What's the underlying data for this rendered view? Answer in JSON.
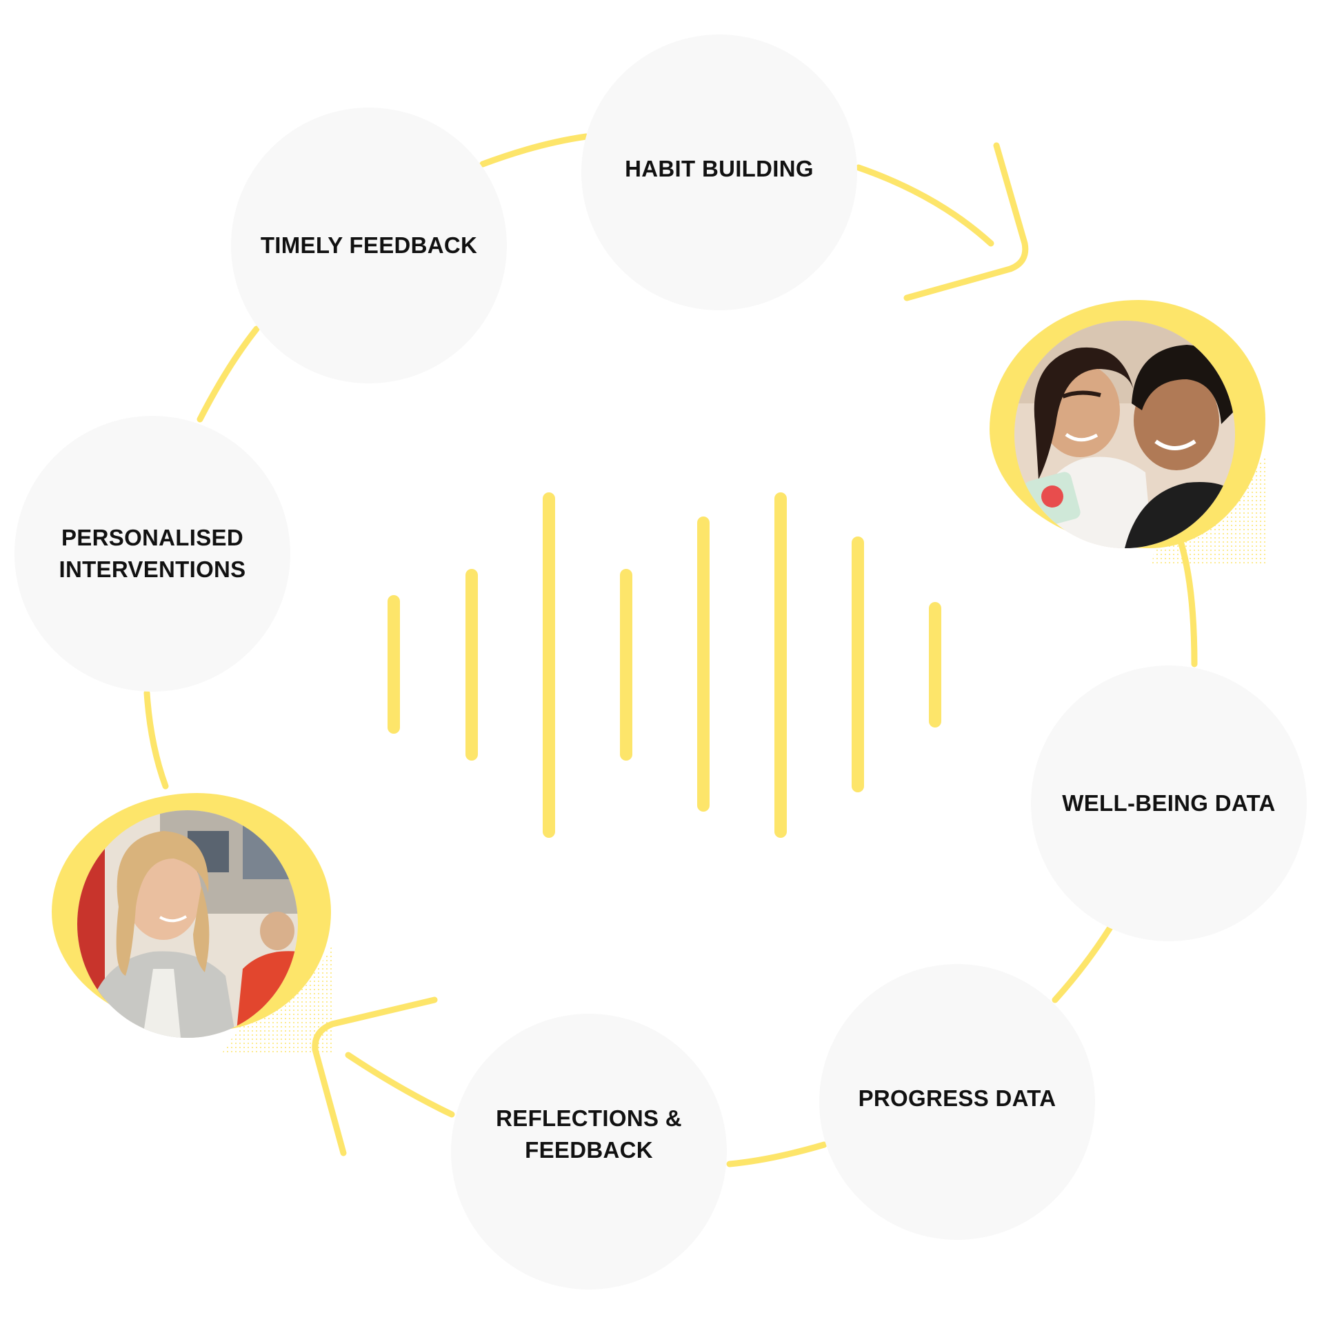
{
  "accent_color": "#fde56a",
  "node_color": "#f8f8f8",
  "text_color": "#111111",
  "nodes": [
    {
      "id": "habit-building",
      "label": "HABIT BUILDING"
    },
    {
      "id": "timely-feedback",
      "label": "TIMELY FEEDBACK"
    },
    {
      "id": "personalised-interventions",
      "label": "PERSONALISED\nINTERVENTIONS"
    },
    {
      "id": "well-being-data",
      "label": "WELL-BEING DATA"
    },
    {
      "id": "progress-data",
      "label": "PROGRESS DATA"
    },
    {
      "id": "reflections-feedback",
      "label": "REFLECTIONS &\nFEEDBACK"
    }
  ],
  "photos": [
    {
      "id": "students-photo",
      "subject": "two students looking at a phone"
    },
    {
      "id": "teacher-photo",
      "subject": "smiling teacher in a classroom"
    }
  ],
  "icons": [
    "arrow-head-icon",
    "arrow-head-icon",
    "sound-wave-icon"
  ]
}
